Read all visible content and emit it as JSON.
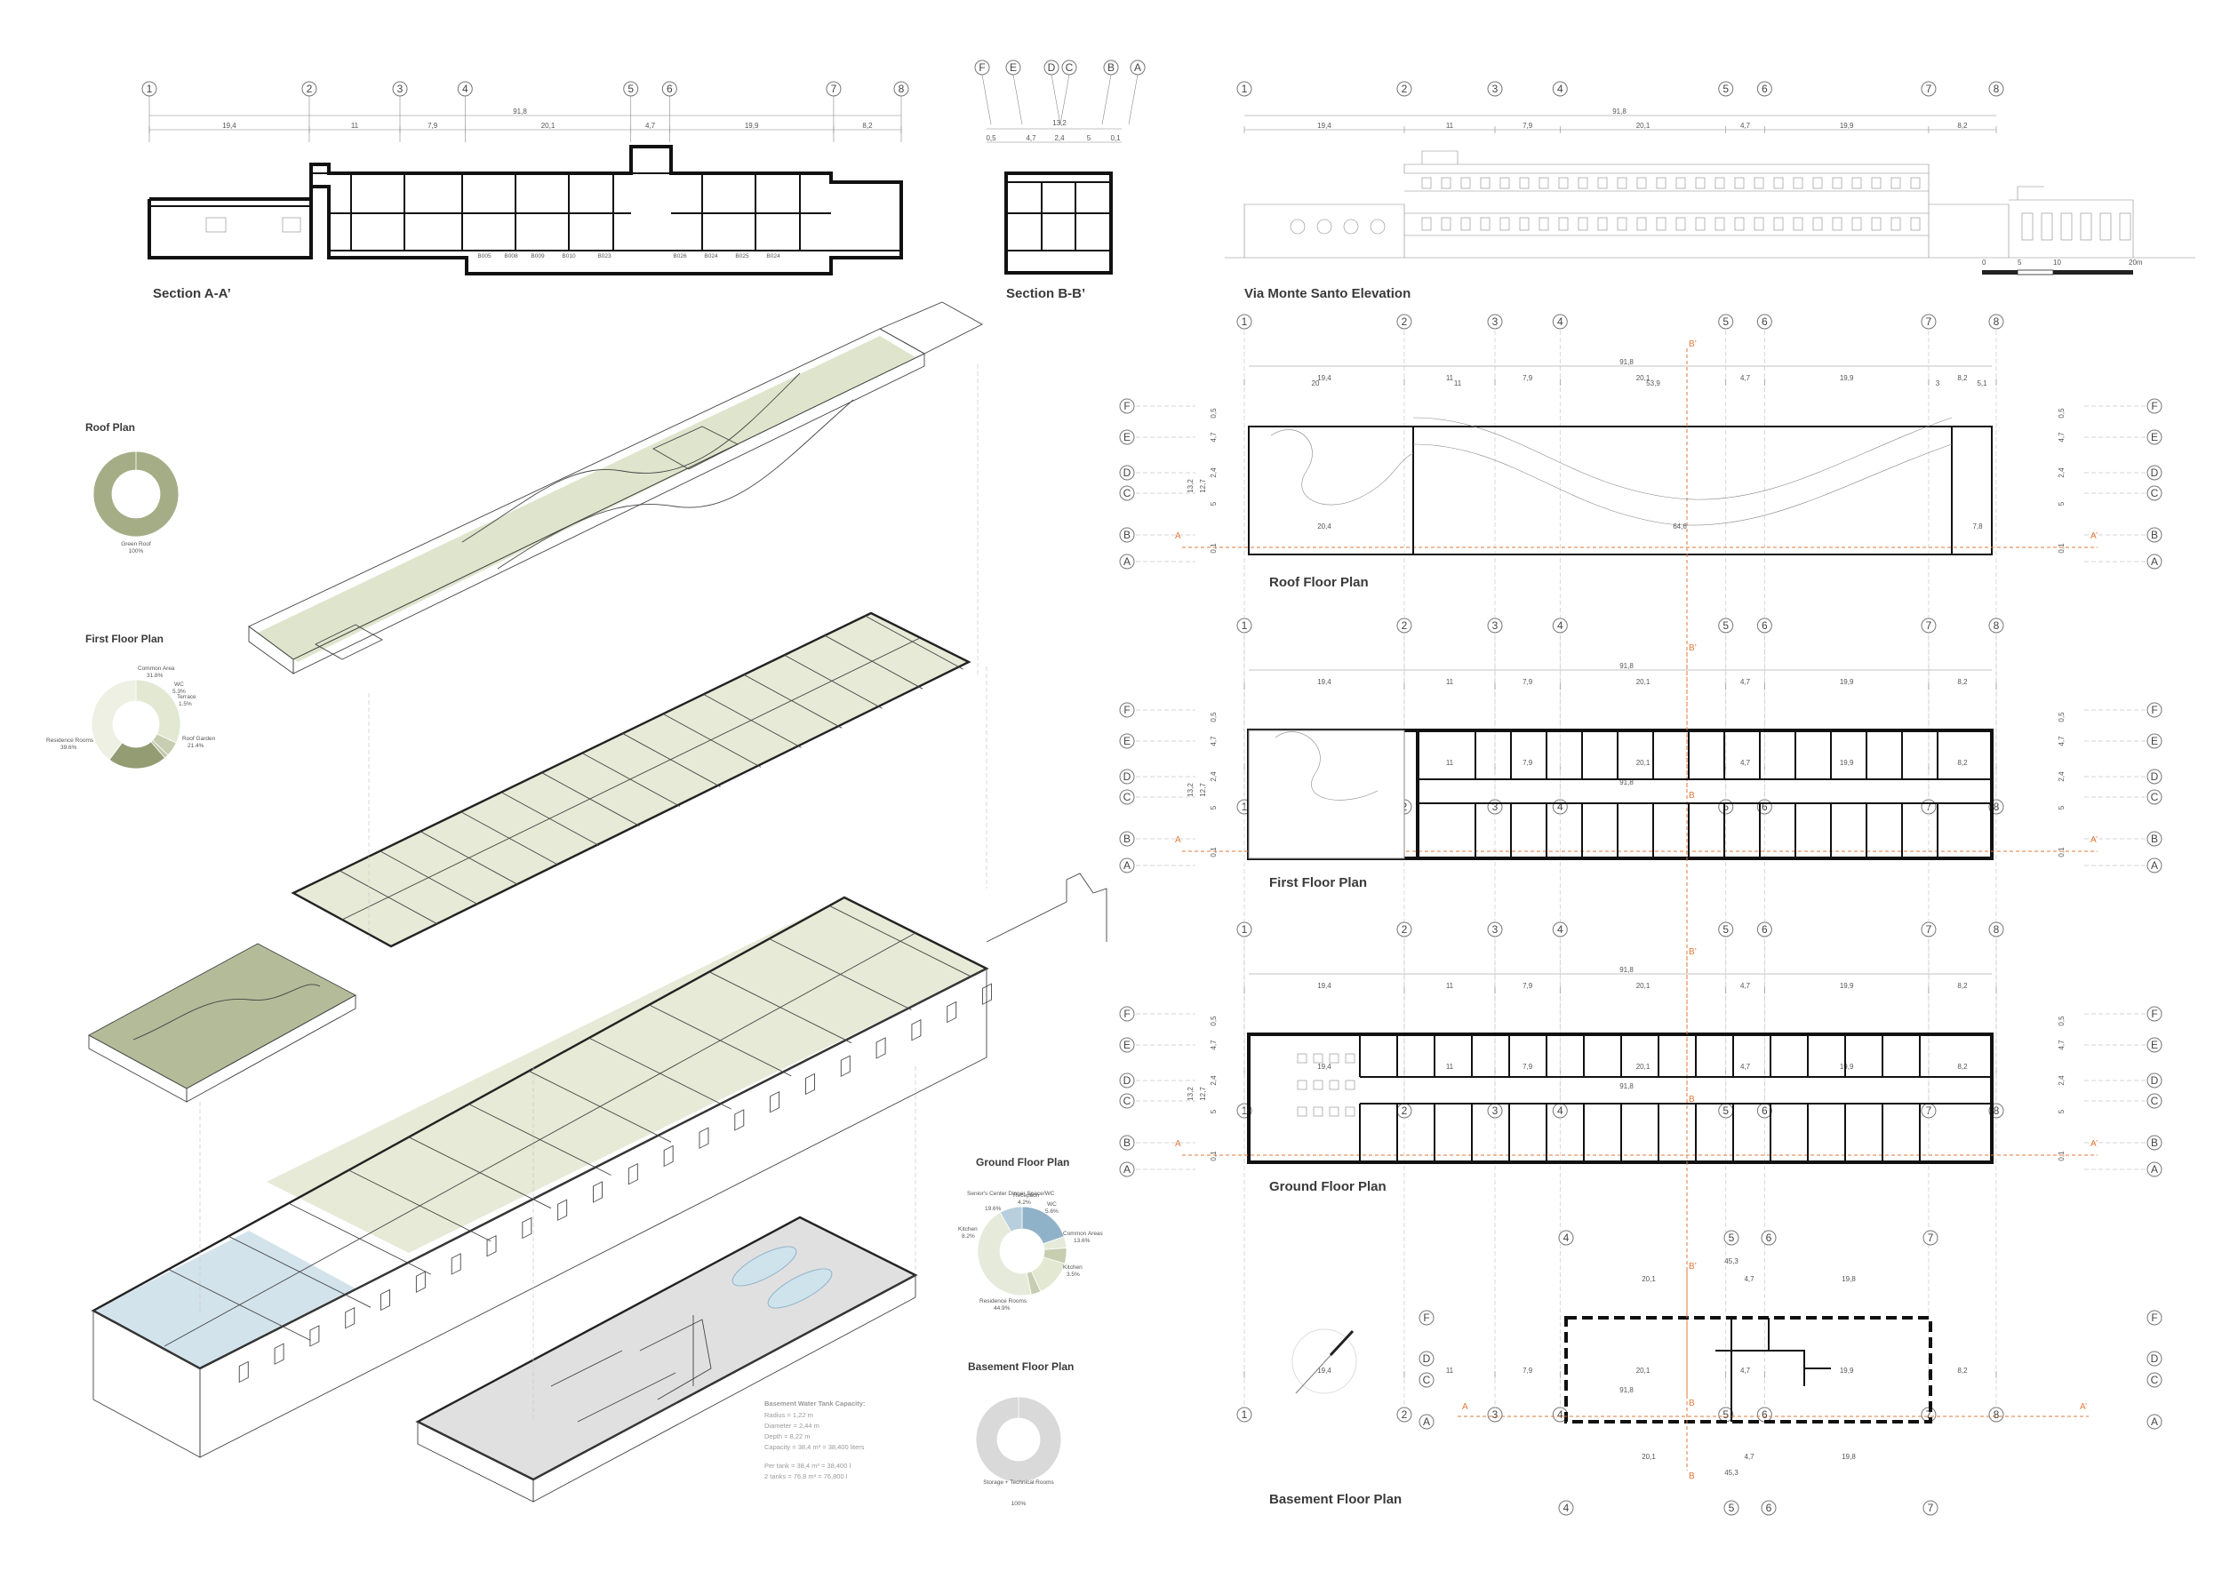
{
  "colors": {
    "green_roof": "#a5ad87",
    "common_areas": "#e3e8d2",
    "roof_garden": "#949c74",
    "residence_rooms": "#eef0e4",
    "wc": "#c7cdb0",
    "terrace": "#c2c8a7",
    "senior_center": "#8fb2c9",
    "kitchen": "#b8cfdd",
    "ground_residence": "#e6eadb",
    "storage": "#d9d9d9",
    "iso_green": "#dfe5cc",
    "iso_blue": "#d3e3ec",
    "cut_line": "#e07a3a"
  },
  "titles": {
    "section_aa": "Section A-A’",
    "section_bb": "Section B-B’",
    "elevation": "Via Monte Santo Elevation",
    "roof_plan": "Roof Floor Plan",
    "first_plan": "First Floor Plan",
    "ground_plan": "Ground Floor Plan",
    "basement_plan": "Basement Floor Plan"
  },
  "charts": {
    "roof": {
      "title": "Roof Plan",
      "segments": [
        {
          "label": "Green Roof",
          "value": "100%"
        }
      ]
    },
    "first": {
      "title": "First Floor Plan",
      "segments": [
        {
          "label": "Common Area",
          "value": "31.8%"
        },
        {
          "label": "WC",
          "value": "5.3%"
        },
        {
          "label": "Terrace",
          "value": "1.5%"
        },
        {
          "label": "Roof Garden",
          "value": "21.4%"
        },
        {
          "label": "Residence Rooms",
          "value": "39.6%"
        }
      ]
    },
    "ground": {
      "title": "Ground Floor Plan",
      "segments": [
        {
          "label": "Senior's Center Dinner Space/WC",
          "value": "19.6%"
        },
        {
          "label": "Reception",
          "value": "4.2%"
        },
        {
          "label": "WC",
          "value": "5.6%"
        },
        {
          "label": "Common Areas",
          "value": "13.6%"
        },
        {
          "label": "Kitchen",
          "value": "3.5%"
        },
        {
          "label": "Residence Rooms",
          "value": "44.9%"
        },
        {
          "label": "Kitchen",
          "value": "8.2%"
        }
      ]
    },
    "basement": {
      "title": "Basement Floor Plan",
      "segments": [
        {
          "label": "Storage + Technical Rooms",
          "value": "100%"
        }
      ]
    }
  },
  "chart_data": [
    {
      "type": "pie",
      "title": "Roof Plan",
      "categories": [
        "Green Roof"
      ],
      "values": [
        100
      ]
    },
    {
      "type": "pie",
      "title": "First Floor Plan",
      "categories": [
        "Common Area",
        "WC",
        "Terrace",
        "Roof Garden",
        "Residence Rooms"
      ],
      "values": [
        31.8,
        5.3,
        1.5,
        21.4,
        39.6
      ]
    },
    {
      "type": "pie",
      "title": "Ground Floor Plan",
      "categories": [
        "Senior's Center Dinner Space/WC",
        "Reception",
        "WC",
        "Common Areas",
        "Kitchen",
        "Residence Rooms",
        "Kitchen"
      ],
      "values": [
        19.6,
        4.2,
        5.6,
        13.6,
        3.5,
        44.9,
        8.2
      ]
    },
    {
      "type": "pie",
      "title": "Basement Floor Plan",
      "categories": [
        "Storage + Technical Rooms"
      ],
      "values": [
        100
      ]
    }
  ],
  "axes": {
    "numbers": [
      "1",
      "2",
      "3",
      "4",
      "5",
      "6",
      "7",
      "8"
    ],
    "letters": [
      "F",
      "E",
      "D",
      "C",
      "B",
      "A"
    ],
    "basement_numbers": [
      "4",
      "5",
      "6",
      "7"
    ],
    "basement_letters": [
      "F",
      "D",
      "C",
      "A"
    ],
    "section_bb_letters": [
      "F",
      "E",
      "D",
      "C",
      "B",
      "A"
    ]
  },
  "dims": {
    "total": "91,8",
    "row": [
      "19,4",
      "11",
      "7,9",
      "20,1",
      "4,7",
      "19,9",
      "8,2"
    ],
    "section_bb": {
      "total": "13,2",
      "parts": [
        "0,5",
        "4,7",
        "2,4",
        "5",
        "0,1"
      ]
    },
    "roof_top": [
      "20",
      "11",
      "53,9",
      "3",
      "5,1"
    ],
    "roof_bottom": [
      "20,4",
      "64,6",
      "7,8"
    ],
    "basement_top": [
      "20,1",
      "4,7",
      "19,8"
    ],
    "basement_total": "45,3",
    "vertical_side": [
      "0,5",
      "4,7",
      "2,4",
      "5",
      "0,1"
    ],
    "vertical_total": "13,2",
    "vertical_inner": "12,7"
  },
  "section_labels": [
    "B005",
    "B008",
    "B009",
    "B010",
    "B023",
    "B026",
    "B024",
    "B025",
    "B024"
  ],
  "scale_bar": {
    "labels": [
      "0",
      "5",
      "10",
      "20m"
    ]
  },
  "cut_marks": {
    "a": "A",
    "a2": "A’",
    "b": "B",
    "b2": "B’"
  },
  "water_note": {
    "title": "Basement Water Tank Capacity:",
    "lines": [
      "Radius = 1,22 m",
      "Diameter = 2,44 m",
      "Depth = 8,22 m",
      "Capacity = 38,4 m³ = 38,400 liters",
      "",
      "Per tank = 38,4 m³ = 38,400 l",
      "2 tanks = 76,8 m³ = 76,800 l"
    ]
  }
}
